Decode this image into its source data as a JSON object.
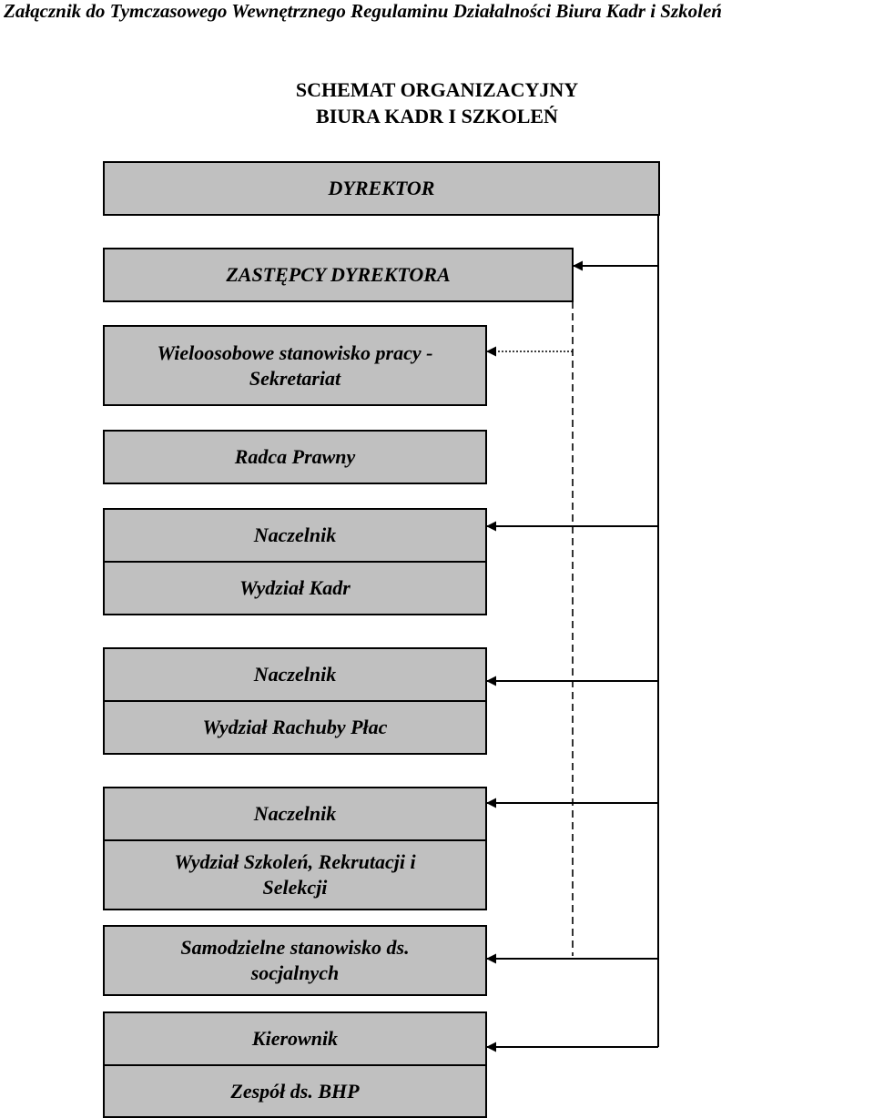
{
  "header": "Załącznik do Tymczasowego Wewnętrznego Regulaminu Działalności Biura Kadr i Szkoleń",
  "title": [
    "SCHEMAT ORGANIZACYJNY",
    "BIURA KADR I SZKOLEŃ"
  ],
  "boxes": {
    "dyrektor": "DYREKTOR",
    "zastepcy": "ZASTĘPCY DYREKTORA",
    "sekretariat": [
      "Wieloosobowe stanowisko pracy -",
      "Sekretariat"
    ],
    "radca": "Radca Prawny",
    "kadr": [
      "Naczelnik",
      "Wydział Kadr"
    ],
    "place": [
      "Naczelnik",
      "Wydział Rachuby Płac"
    ],
    "szkolen": [
      "Naczelnik",
      "Wydział Szkoleń, Rekrutacji i",
      "Selekcji"
    ],
    "socjalne": [
      "Samodzielne stanowisko ds.",
      "socjalnych"
    ],
    "bhp": [
      "Kierownik",
      "Zespół ds. BHP"
    ]
  },
  "colors": {
    "box_fill": "#c0c0c0",
    "line": "#000000"
  }
}
